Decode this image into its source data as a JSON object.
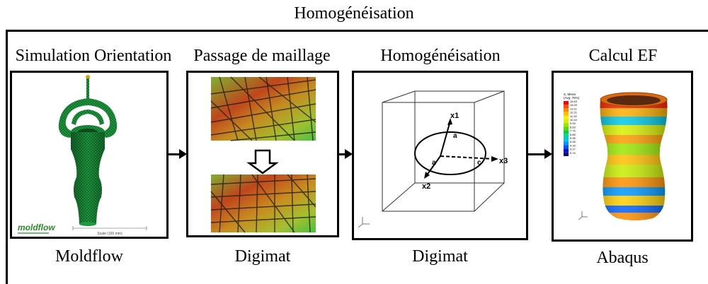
{
  "diagram": {
    "title": "Homogénéisation",
    "steps": [
      {
        "label": "Simulation Orientation",
        "software": "Moldflow"
      },
      {
        "label": "Passage de maillage",
        "software": "Digimat"
      },
      {
        "label": "Homogénéisation",
        "software": "Digimat"
      },
      {
        "label": "Calcul EF",
        "software": "Abaqus"
      }
    ],
    "moldflow_image": {
      "logo_text": "moldflow",
      "scale_text": "Scale (100 mm)"
    },
    "homogenization_image": {
      "axis_labels": [
        "x1",
        "x2",
        "x3"
      ],
      "ellipsoid_labels": [
        "a",
        "a",
        "c"
      ]
    },
    "fe_image": {
      "legend_title": "S, Mises",
      "legend_subtitle": "(Avg: 75%)",
      "legend_values": [
        "14.63",
        "14.00",
        "13.11",
        "12.21",
        "11.32",
        "10.42",
        "9.53",
        "8.63",
        "7.74",
        "6.85",
        "5.95",
        "5.06",
        "4.16",
        "3.27",
        "0.74"
      ],
      "legend_colors": [
        "#ff0000",
        "#ff4a00",
        "#ff8c00",
        "#ffc000",
        "#ffee00",
        "#d8f000",
        "#9ae600",
        "#55dd00",
        "#00d23c",
        "#00d6a0",
        "#00c8e6",
        "#0096ff",
        "#0050ff",
        "#0010d0",
        "#101070"
      ]
    }
  }
}
